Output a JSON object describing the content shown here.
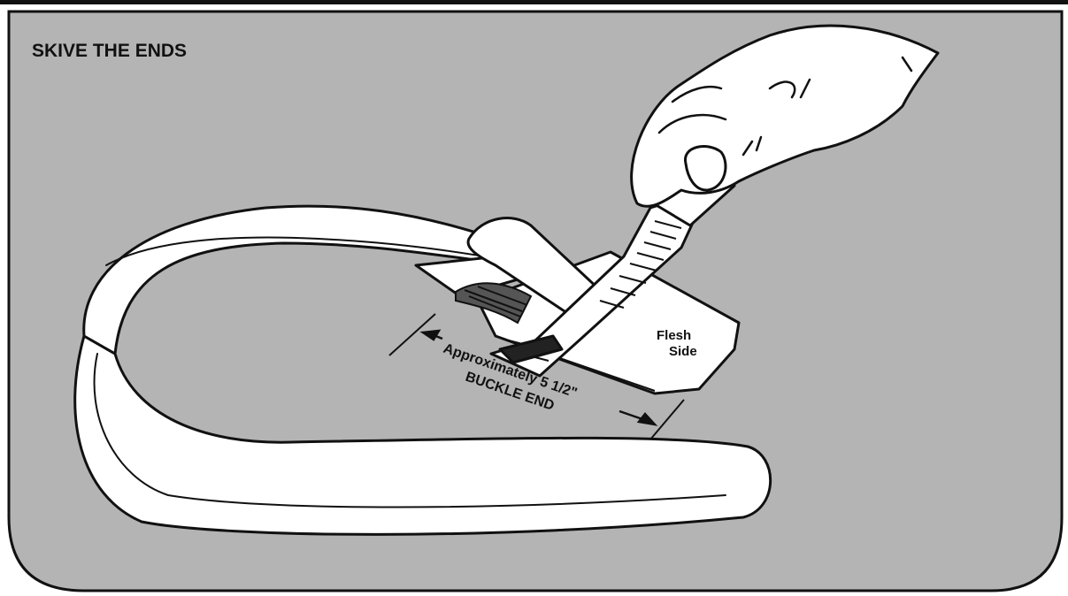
{
  "panel": {
    "title": "SKIVE THE ENDS",
    "background_color": "#b4b4b4",
    "border_color": "#111111"
  },
  "labels": {
    "flesh_side_line1": "Flesh",
    "flesh_side_line2": "Side",
    "measurement": "Approximately 5 1/2\"",
    "buckle_end": "BUCKLE END"
  },
  "illustration": {
    "subjects": [
      "hand-icon",
      "skiving-tool-icon",
      "leather-belt-icon",
      "measurement-arrow-icon"
    ]
  }
}
